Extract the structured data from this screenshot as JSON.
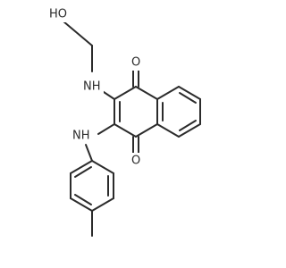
{
  "molecule": {
    "atoms": {
      "oh": "HO",
      "nh_top": "NH",
      "nh_bottom": "NH",
      "o_top": "O",
      "o_bottom": "O"
    },
    "colors": {
      "bond": "#2b2b2b",
      "background": "#ffffff"
    }
  }
}
